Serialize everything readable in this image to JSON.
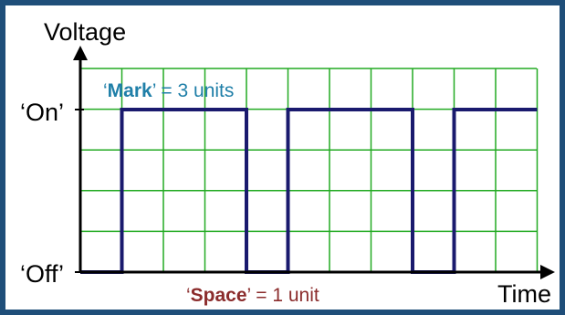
{
  "diagram": {
    "y_axis_label": "Voltage",
    "x_axis_label": "Time",
    "level_on_label": "‘On’",
    "level_off_label": "‘Off’",
    "mark_annotation": {
      "prefix": "‘",
      "term": "Mark",
      "suffix": "’ = 3 units"
    },
    "space_annotation": {
      "prefix": "‘",
      "term": "Space",
      "suffix": "’ = 1 unit"
    },
    "signal": {
      "total_units": 11,
      "levels": [
        "off",
        "on",
        "on",
        "on",
        "off",
        "on",
        "on",
        "on",
        "off",
        "on",
        "on"
      ],
      "mark_units": 3,
      "space_units": 1
    },
    "colors": {
      "frame": "#1f4e79",
      "grid": "#22aa22",
      "signal": "#1a1a6e",
      "axis": "#000000",
      "mark_text": "#1f7fa8",
      "space_text": "#8b2c2c"
    }
  }
}
